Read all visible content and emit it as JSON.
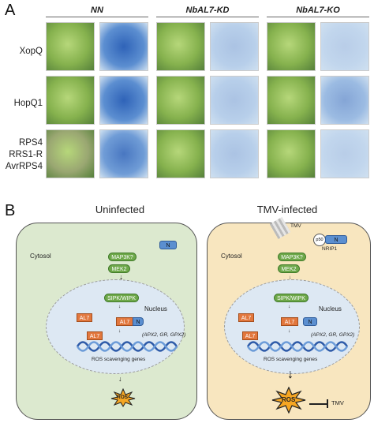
{
  "panel_a": {
    "letter": "A",
    "columns": [
      "NN",
      "NbAL7-KD",
      "NbAL7-KO"
    ],
    "rows": [
      {
        "lines": [
          "XopQ"
        ]
      },
      {
        "lines": [
          "HopQ1"
        ]
      },
      {
        "lines": [
          "RPS4",
          "RRS1-R",
          "AvrRPS4"
        ]
      }
    ]
  },
  "panel_b": {
    "letter": "B",
    "left": {
      "title": "Uninfected",
      "cytosol": "Cytosol",
      "nucleus": "Nucleus",
      "n_label": "N",
      "map3k": "MAP3K?",
      "mek2": "MEK2",
      "sipk": "SIPK/WIPK",
      "al7": "AL7",
      "genes": "(APX2, GR, GPX2)",
      "ros_genes": "ROS scavenging genes",
      "ros": "ROS"
    },
    "right": {
      "title": "TMV-infected",
      "tmv": "TMV",
      "p50": "p50",
      "nrip1": "NRIP1",
      "cytosol": "Cytosol",
      "nucleus": "Nucleus",
      "n_label": "N",
      "map3k": "MAP3K?",
      "mek2": "MEK2",
      "sipk": "SIPK/WIPK",
      "al7": "AL7",
      "genes": "(APX2, GR, GPX2)",
      "ros_genes": "ROS scavenging genes",
      "ros": "ROS",
      "tmv_inhibit": "TMV"
    }
  },
  "colors": {
    "left_cell": "#dce9cf",
    "right_cell": "#f8e6bf",
    "nucleus": "#dde8f3",
    "leaf_green": "#7fb04a",
    "stain_blue": "#2f63b8"
  }
}
